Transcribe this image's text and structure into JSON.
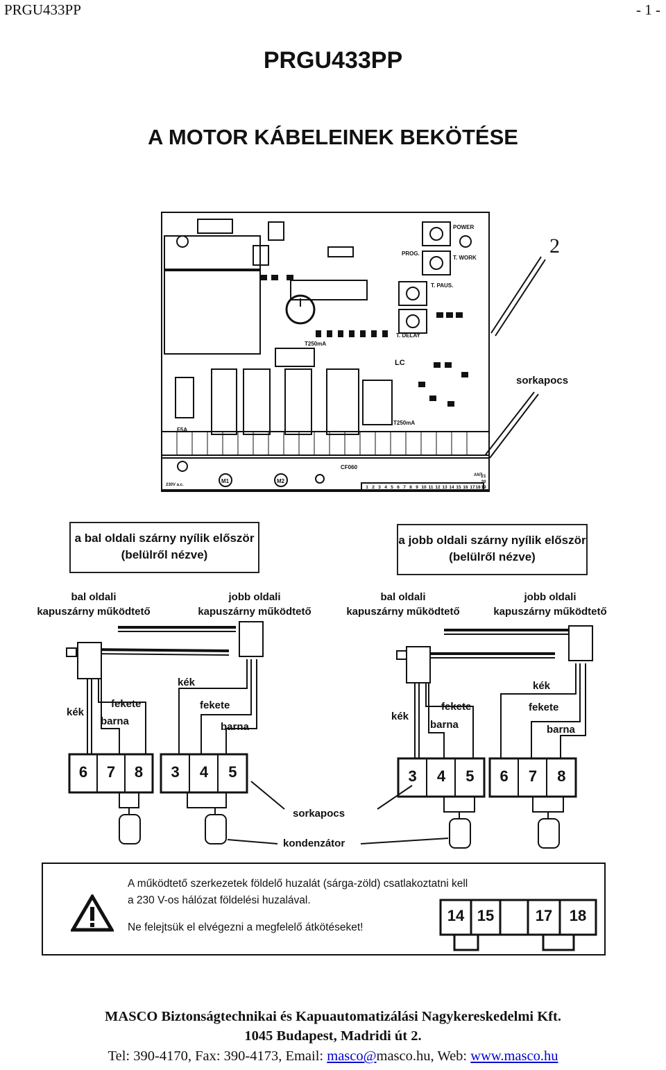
{
  "header": {
    "left": "PRGU433PP",
    "right": "- 1 -"
  },
  "title": "PRGU433PP",
  "subtitle": "A MOTOR KÁBELEINEK BEKÖTÉSE",
  "board": {
    "labels": {
      "power": "POWER",
      "t_work": "T. WORK",
      "t_paus": "T. PAUS.",
      "t_delay": "T. DELAY",
      "prog": "PROG.",
      "lc": "LC",
      "fuse_main": "F5A",
      "fuse_small_1": "T250mA",
      "fuse_small_2": "T250mA",
      "m1": "M1",
      "m2": "M2",
      "voltage": "230V a.c.",
      "cf": "CF060",
      "ant": "ANT"
    },
    "terminals": [
      "1",
      "2",
      "3",
      "4",
      "5",
      "6",
      "7",
      "8",
      "9",
      "10",
      "11",
      "12",
      "13",
      "14",
      "15",
      "16",
      "17",
      "18",
      "19",
      "20",
      "21"
    ],
    "callout_number": "2",
    "callout_label": "sorkapocs"
  },
  "left_panel": {
    "box_line1": "a bal oldali szárny nyílik először",
    "box_line2": "(belülről nézve)",
    "actuator_left_line1": "bal oldali",
    "actuator_left_line2": "kapuszárny működtető",
    "actuator_right_line1": "jobb oldali",
    "actuator_right_line2": "kapuszárny működtető",
    "wires": {
      "kek_a": "kék",
      "fekete_a": "fekete",
      "barna_a": "barna",
      "kek_b": "kék",
      "fekete_b": "fekete",
      "barna_b": "barna"
    },
    "terminal_group_a": [
      "6",
      "7",
      "8"
    ],
    "terminal_group_b": [
      "3",
      "4",
      "5"
    ]
  },
  "right_panel": {
    "box_line1": "a jobb oldali szárny nyílik először",
    "box_line2": "(belülről nézve)",
    "actuator_left_line1": "bal oldali",
    "actuator_left_line2": "kapuszárny működtető",
    "actuator_right_line1": "jobb oldali",
    "actuator_right_line2": "kapuszárny működtető",
    "wires": {
      "kek_a": "kék",
      "fekete_a": "fekete",
      "barna_a": "barna",
      "kek_b": "kék",
      "fekete_b": "fekete",
      "barna_b": "barna"
    },
    "terminal_group_a": [
      "3",
      "4",
      "5"
    ],
    "terminal_group_b": [
      "6",
      "7",
      "8"
    ]
  },
  "callouts": {
    "sorkapocs": "sorkapocs",
    "kondenzator": "kondenzátor"
  },
  "warning": {
    "line1": "A működtető szerkezetek földelő huzalát (sárga-zöld) csatlakoztatni kell",
    "line2": "a 230 V-os hálózat földelési huzalával.",
    "line3": "Ne felejtsük el elvégezni a megfelelő átkötéseket!",
    "terminals": [
      "14",
      "15",
      "",
      "17",
      "18"
    ]
  },
  "footer": {
    "company": "MASCO Biztonságtechnikai és Kapuautomatizálási Nagykereskedelmi Kft.",
    "address": "1045 Budapest, Madridi út 2.",
    "contact_prefix": "Tel: 390-4170, Fax: 390-4173, Email: ",
    "email_user": "masco@",
    "email_domain": "masco.hu, Web: ",
    "web": "www.masco.hu"
  }
}
